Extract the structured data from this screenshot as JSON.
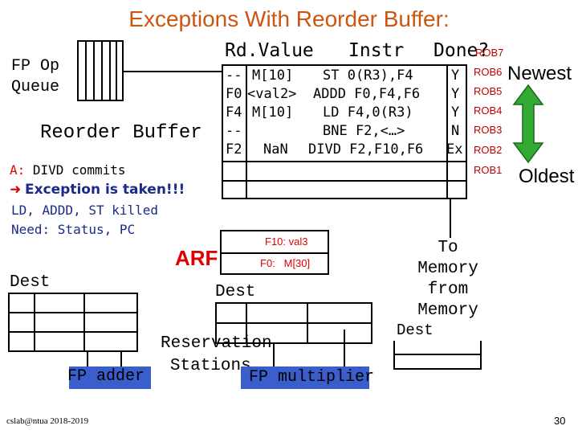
{
  "title": "Exceptions With Reorder Buffer:",
  "fp_op_queue": {
    "line1": "FP Op",
    "line2": "Queue"
  },
  "rob_headers": {
    "rdvalue": "Rd.Value",
    "instr": "Instr",
    "done": "Done?"
  },
  "rob_rows": [
    {
      "dest": "--",
      "value": "M[10]",
      "instr": "ST 0(R3),F4",
      "done": "Y",
      "rob": "ROB7"
    },
    {
      "dest": "F0",
      "value": "<val2>",
      "instr": "ADDD F0,F4,F6",
      "done": "Y",
      "rob": "ROB6"
    },
    {
      "dest": "F4",
      "value": "M[10]",
      "instr": "LD F4,0(R3)",
      "done": "Y",
      "rob": "ROB5"
    },
    {
      "dest": "--",
      "value": "",
      "instr": "BNE F2,<…>",
      "done": "N",
      "rob": "ROB4"
    },
    {
      "dest": "F2",
      "value": "NaN",
      "instr": "DIVD F2,F10,F6",
      "done": "Ex",
      "rob": "ROB3"
    },
    {
      "dest": "",
      "value": "",
      "instr": "",
      "done": "",
      "rob": "ROB2"
    },
    {
      "dest": "",
      "value": "",
      "instr": "",
      "done": "",
      "rob": "ROB1"
    }
  ],
  "newest_label": "Newest",
  "oldest_label": "Oldest",
  "reorder_buffer_label": "Reorder Buffer",
  "commit_note": {
    "prefix": "A:",
    "text": " DIVD commits"
  },
  "exception_note": {
    "arrow": "➜",
    "text": "Exception is taken!!!"
  },
  "killed_note": {
    "line1": "LD, ADDD, ST killed",
    "line2": "Need: Status, PC"
  },
  "arf": {
    "label": "ARF",
    "reg1": "F10: val3",
    "reg2": "F0:   M[30]"
  },
  "dest_left": "Dest",
  "dest_mid": "Dest",
  "dest_right": "Dest",
  "to_memory": {
    "line1": "To",
    "line2": "Memory"
  },
  "from_memory": {
    "line1": "from",
    "line2": "Memory"
  },
  "reservation_stations": {
    "line1": "Reservation",
    "line2": "Stations"
  },
  "fp_adder": "FP adder",
  "fp_multiplier": "FP multiplier",
  "footer_left": "cslab@ntua 2018-2019",
  "page_number": "30",
  "colors": {
    "title": "#cc5511",
    "red": "#e00000",
    "blue_unit": "#3a5fcc",
    "arrow_green": "#33aa33",
    "rob_label": "#c00000"
  }
}
